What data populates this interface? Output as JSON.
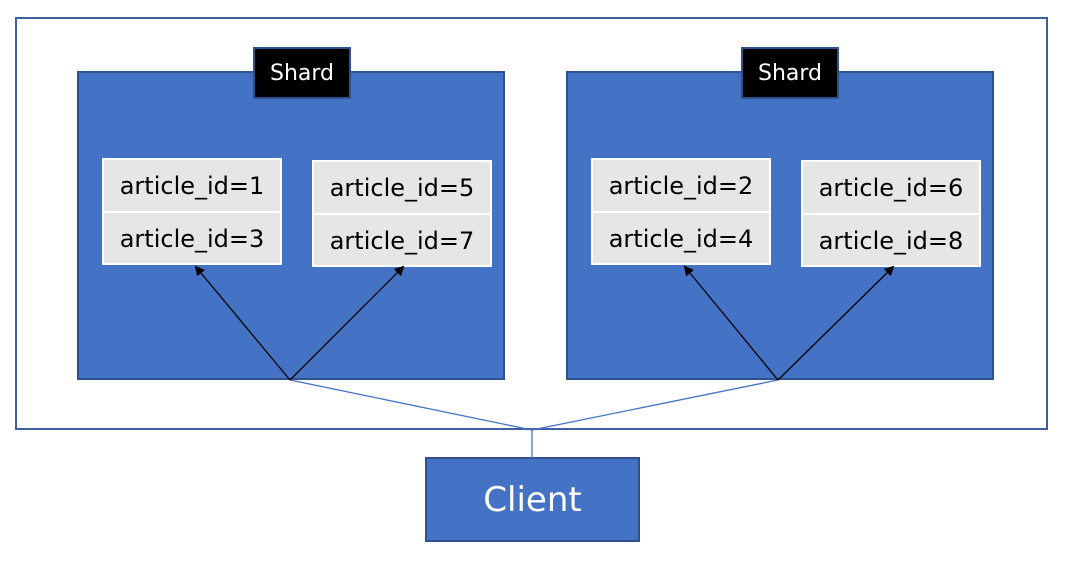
{
  "shards": [
    {
      "label": "Shard"
    },
    {
      "label": "Shard"
    }
  ],
  "tables": [
    {
      "rows": [
        "article_id=1",
        "article_id=3"
      ]
    },
    {
      "rows": [
        "article_id=5",
        "article_id=7"
      ]
    },
    {
      "rows": [
        "article_id=2",
        "article_id=4"
      ]
    },
    {
      "rows": [
        "article_id=6",
        "article_id=8"
      ]
    }
  ],
  "client": {
    "label": "Client"
  },
  "colors": {
    "shard_fill": "#4472c4",
    "label_fill": "#000000",
    "table_fill": "#e6e6e6"
  }
}
